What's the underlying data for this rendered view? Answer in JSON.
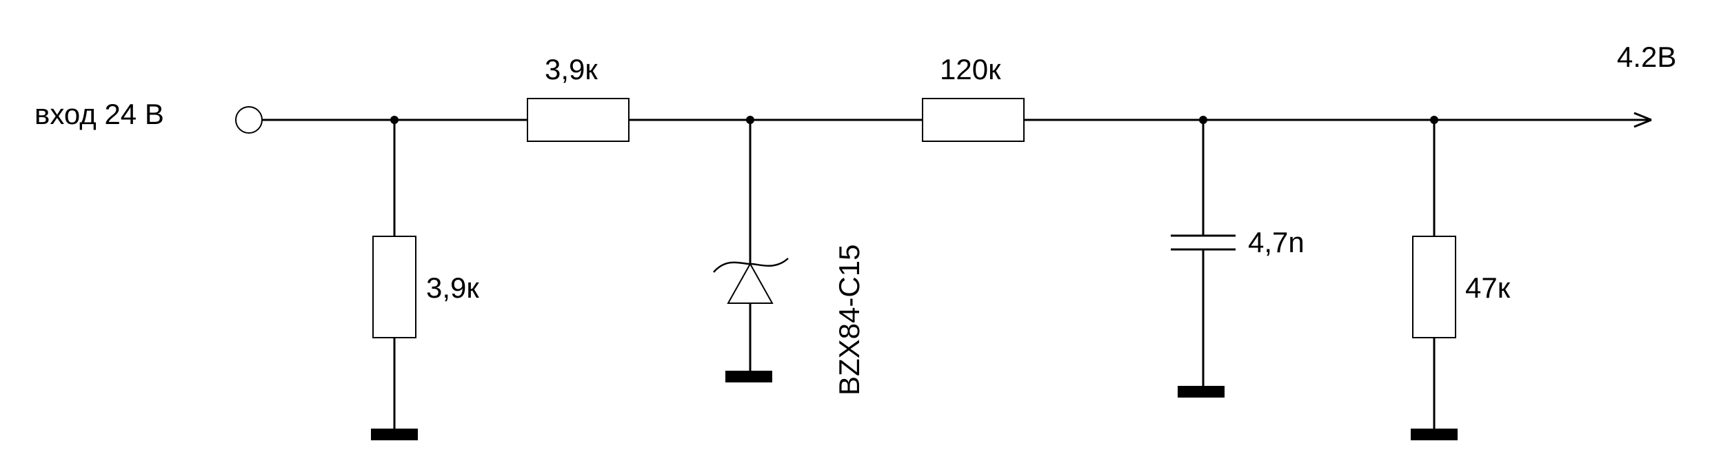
{
  "input_label": "вход 24 В",
  "output_label": "4.2В",
  "components": {
    "r_shunt": "3,9к",
    "r_series1": "3,9к",
    "zener": "BZX84-C15",
    "r_series2": "120к",
    "capacitor": "4,7n",
    "r_load": "47к"
  }
}
